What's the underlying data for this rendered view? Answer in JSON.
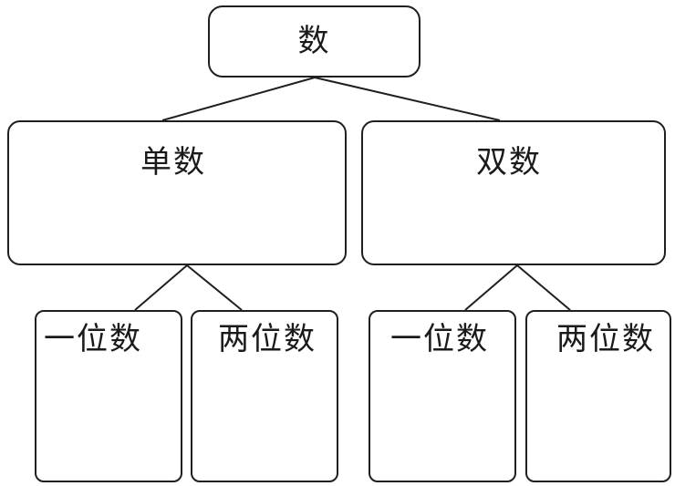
{
  "diagram": {
    "root": {
      "label": "数"
    },
    "single": {
      "label": "单数",
      "children": [
        {
          "label": "一位数"
        },
        {
          "label": "两位数"
        }
      ]
    },
    "double": {
      "label": "双数",
      "children": [
        {
          "label": "一位数"
        },
        {
          "label": "两位数"
        }
      ]
    }
  }
}
